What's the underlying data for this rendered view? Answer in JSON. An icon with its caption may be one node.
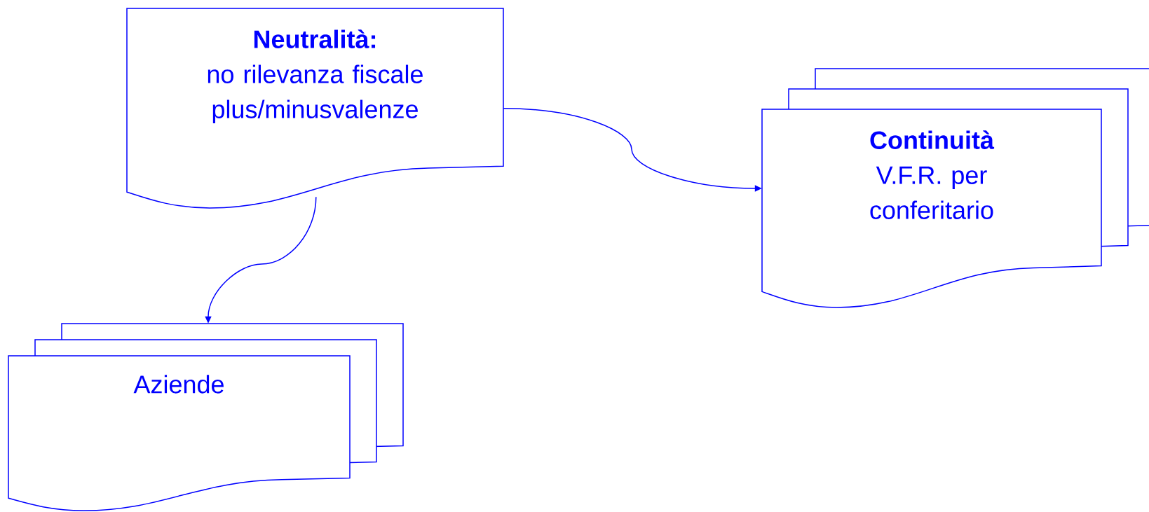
{
  "diagram": {
    "nodes": [
      {
        "text": [
          "Neutralità:",
          "no rilevanza fiscale plus/minusvalenze"
        ]
      },
      {
        "text": [
          "Continuità",
          "V.F.R. per conferitario"
        ]
      },
      {
        "text": [
          "Aziende"
        ]
      }
    ],
    "edges": [
      {
        "from": 0,
        "to": 1,
        "arrow": "to"
      },
      {
        "from": 0,
        "to": 2,
        "arrow": "to"
      }
    ]
  }
}
